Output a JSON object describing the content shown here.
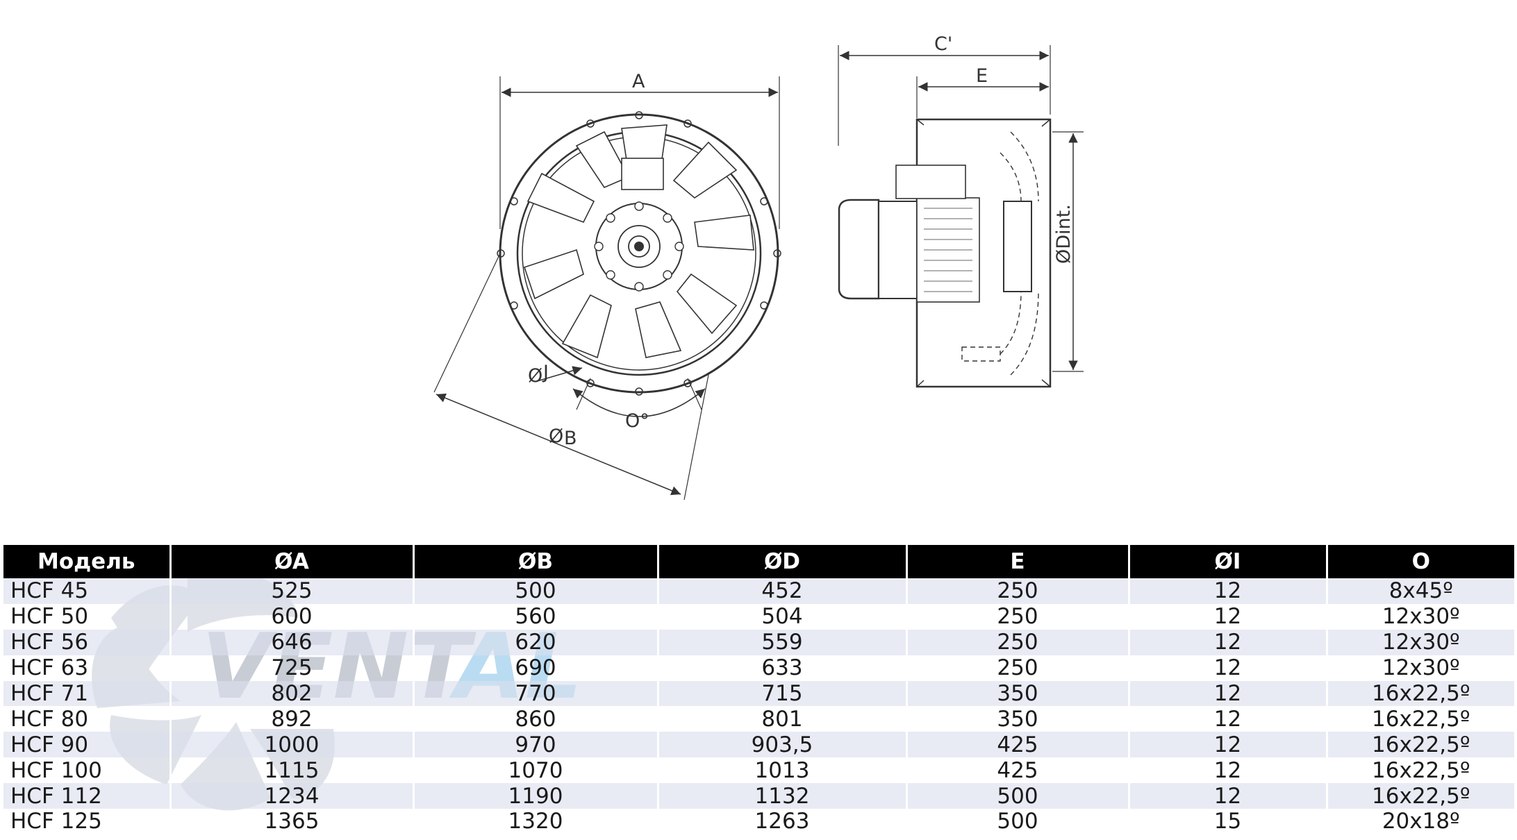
{
  "drawing": {
    "labels": {
      "a": "A",
      "b": "B",
      "j": "J",
      "o": "O°",
      "c_prime": "C'",
      "e": "E",
      "dint": "ØDint."
    },
    "diameter_symbol": "Ø"
  },
  "watermark": {
    "text_main": "VENT",
    "text_accent": "AL",
    "color_main": "#c8ccd4",
    "color_accent": "#b9dcf2"
  },
  "table": {
    "headers": [
      "Модель",
      "ØA",
      "ØB",
      "ØD",
      "E",
      "ØI",
      "O"
    ],
    "rows": [
      [
        "HCF 45",
        "525",
        "500",
        "452",
        "250",
        "12",
        "8x45º"
      ],
      [
        "HCF 50",
        "600",
        "560",
        "504",
        "250",
        "12",
        "12x30º"
      ],
      [
        "HCF 56",
        "646",
        "620",
        "559",
        "250",
        "12",
        "12x30º"
      ],
      [
        "HCF 63",
        "725",
        "690",
        "633",
        "250",
        "12",
        "12x30º"
      ],
      [
        "HCF 71",
        "802",
        "770",
        "715",
        "350",
        "12",
        "16x22,5º"
      ],
      [
        "HCF 80",
        "892",
        "860",
        "801",
        "350",
        "12",
        "16x22,5º"
      ],
      [
        "HCF 90",
        "1000",
        "970",
        "903,5",
        "425",
        "12",
        "16x22,5º"
      ],
      [
        "HCF 100",
        "1115",
        "1070",
        "1013",
        "425",
        "12",
        "16x22,5º"
      ],
      [
        "HCF 112",
        "1234",
        "1190",
        "1132",
        "500",
        "12",
        "16x22,5º"
      ],
      [
        "HCF 125",
        "1365",
        "1320",
        "1263",
        "500",
        "15",
        "20x18º"
      ]
    ]
  },
  "colors": {
    "header_bg": "#000000",
    "header_text": "#ffffff",
    "stripe": "#dadfee",
    "line": "#333333"
  }
}
